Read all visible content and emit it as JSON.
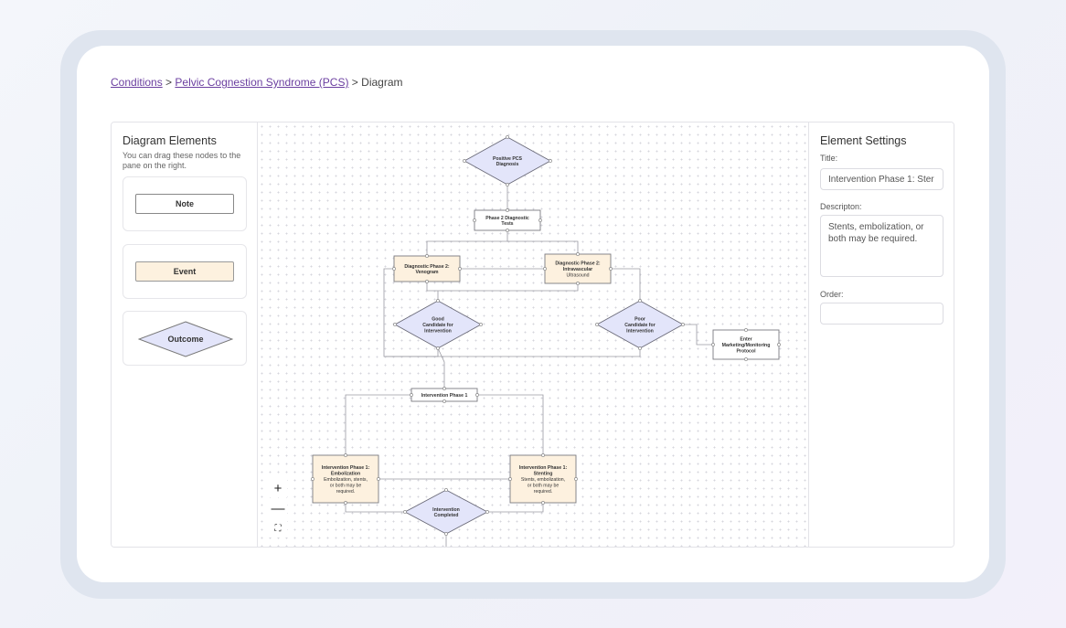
{
  "breadcrumb": {
    "root": "Conditions",
    "sep1": " > ",
    "condition": "Pelvic Cognestion Syndrome (PCS)",
    "sep2": " > ",
    "current": "Diagram"
  },
  "left_pane": {
    "title": "Diagram Elements",
    "hint": "You can drag these nodes to the pane on the right.",
    "palette": {
      "note": "Note",
      "event": "Event",
      "outcome": "Outcome"
    }
  },
  "zoom": {
    "in": "+",
    "out": "—",
    "fit": "⛶"
  },
  "right_pane": {
    "title": "Element Settings",
    "title_label": "Title:",
    "title_value": "Intervention Phase 1: Ster",
    "description_label": "Descripton:",
    "description_value": "Stents, embolization, or both may be required.",
    "order_label": "Order:",
    "order_value": ""
  },
  "diagram": {
    "nodes": [
      {
        "id": "positive-pcs",
        "type": "outcome",
        "lines": [
          "Positive PCS",
          "Diagnosis"
        ]
      },
      {
        "id": "phase2-tests",
        "type": "note",
        "lines": [
          "Phase 2 Diagnostic",
          "Tests"
        ]
      },
      {
        "id": "venogram",
        "type": "event",
        "lines": [
          "Diagnostic Phase 2:",
          "Venogram"
        ]
      },
      {
        "id": "ultrasound",
        "type": "event",
        "lines": [
          "Diagnostic Phase 2:",
          "Intravascular",
          "Ultrasound"
        ]
      },
      {
        "id": "good-candidate",
        "type": "outcome",
        "lines": [
          "Good",
          "Candidate for",
          "Intervention"
        ]
      },
      {
        "id": "poor-candidate",
        "type": "outcome",
        "lines": [
          "Poor",
          "Candidate for",
          "Intervention"
        ]
      },
      {
        "id": "marketing",
        "type": "note",
        "lines": [
          "Enter",
          "Marketing/Monitoring",
          "Protocol"
        ]
      },
      {
        "id": "intervention-phase1",
        "type": "note",
        "lines": [
          "Intervention Phase 1"
        ]
      },
      {
        "id": "embolization",
        "type": "event",
        "lines": [
          "Intervention Phase 1:",
          "Embolization",
          "Embolization, stents,",
          "or both may be",
          "required."
        ]
      },
      {
        "id": "stenting",
        "type": "event",
        "lines": [
          "Intervention Phase 1:",
          "Stenting",
          "Stents, embolization,",
          "or both may be",
          "required."
        ]
      },
      {
        "id": "intervention-completed",
        "type": "outcome",
        "lines": [
          "Intervention",
          "Completed"
        ]
      }
    ]
  },
  "colors": {
    "outcome_fill": "#e3e5fa",
    "event_fill": "#fdf1df",
    "note_fill": "#ffffff",
    "link": "#6b3fa0"
  }
}
